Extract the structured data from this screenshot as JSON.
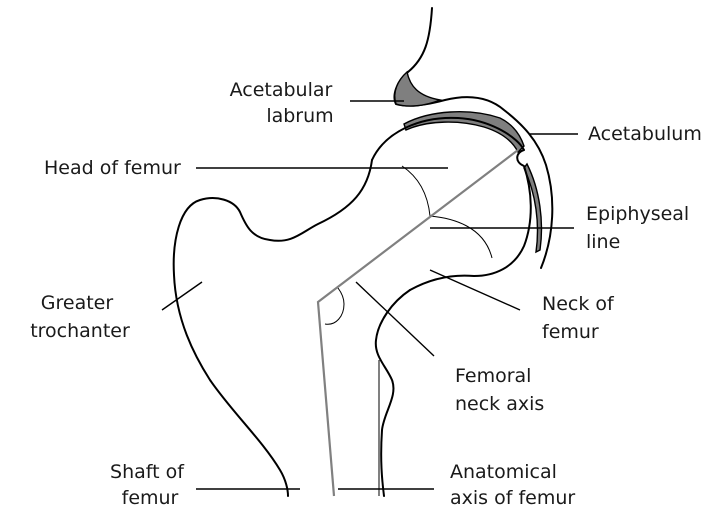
{
  "labels": {
    "acetabular_labrum": [
      "Acetabular",
      "labrum"
    ],
    "acetabulum": "Acetabulum",
    "head_of_femur": "Head of femur",
    "epiphyseal_line": [
      "Epiphyseal",
      "line"
    ],
    "greater_trochanter": [
      "Greater",
      "trochanter"
    ],
    "neck_of_femur": [
      "Neck of",
      "femur"
    ],
    "femoral_neck_axis": [
      "Femoral",
      "neck axis"
    ],
    "shaft_of_femur": [
      "Shaft of",
      "femur"
    ],
    "anatomical_axis": [
      "Anatomical",
      "axis of femur"
    ]
  },
  "colors": {
    "cartilage": "#7f7f7f",
    "axis_line": "#808080",
    "outline": "#000000"
  }
}
